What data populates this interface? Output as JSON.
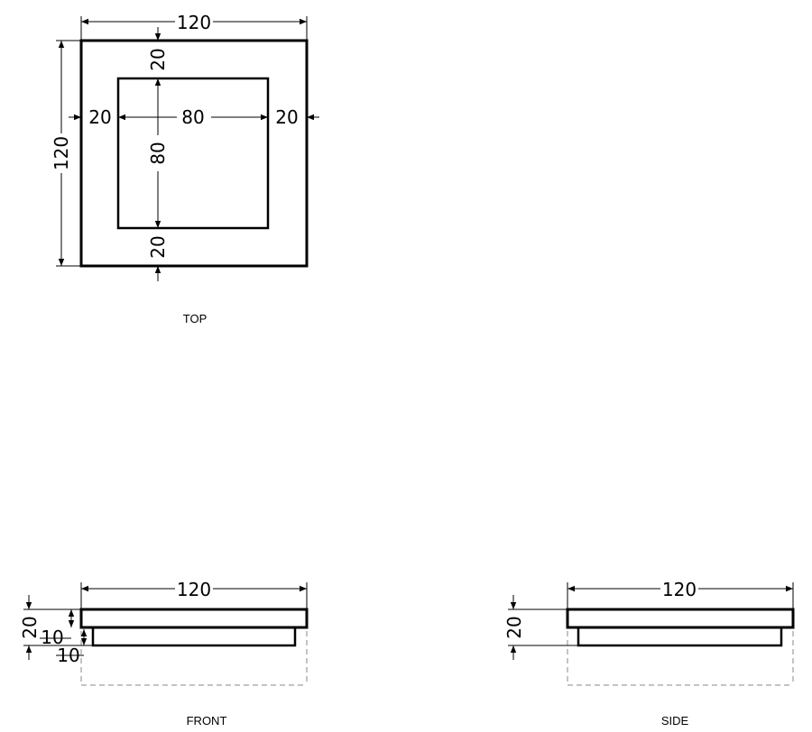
{
  "top_view": {
    "label": "TOP",
    "overall_width": "120",
    "overall_height": "120",
    "top_margin": "20",
    "bottom_margin": "20",
    "left_margin": "20",
    "right_margin": "20",
    "opening_width": "80",
    "opening_height": "80"
  },
  "front_view": {
    "label": "FRONT",
    "width": "120",
    "total_height": "20",
    "flange_thickness": "10",
    "step_depth": "10"
  },
  "side_view": {
    "label": "SIDE",
    "width": "120",
    "total_height": "20"
  }
}
